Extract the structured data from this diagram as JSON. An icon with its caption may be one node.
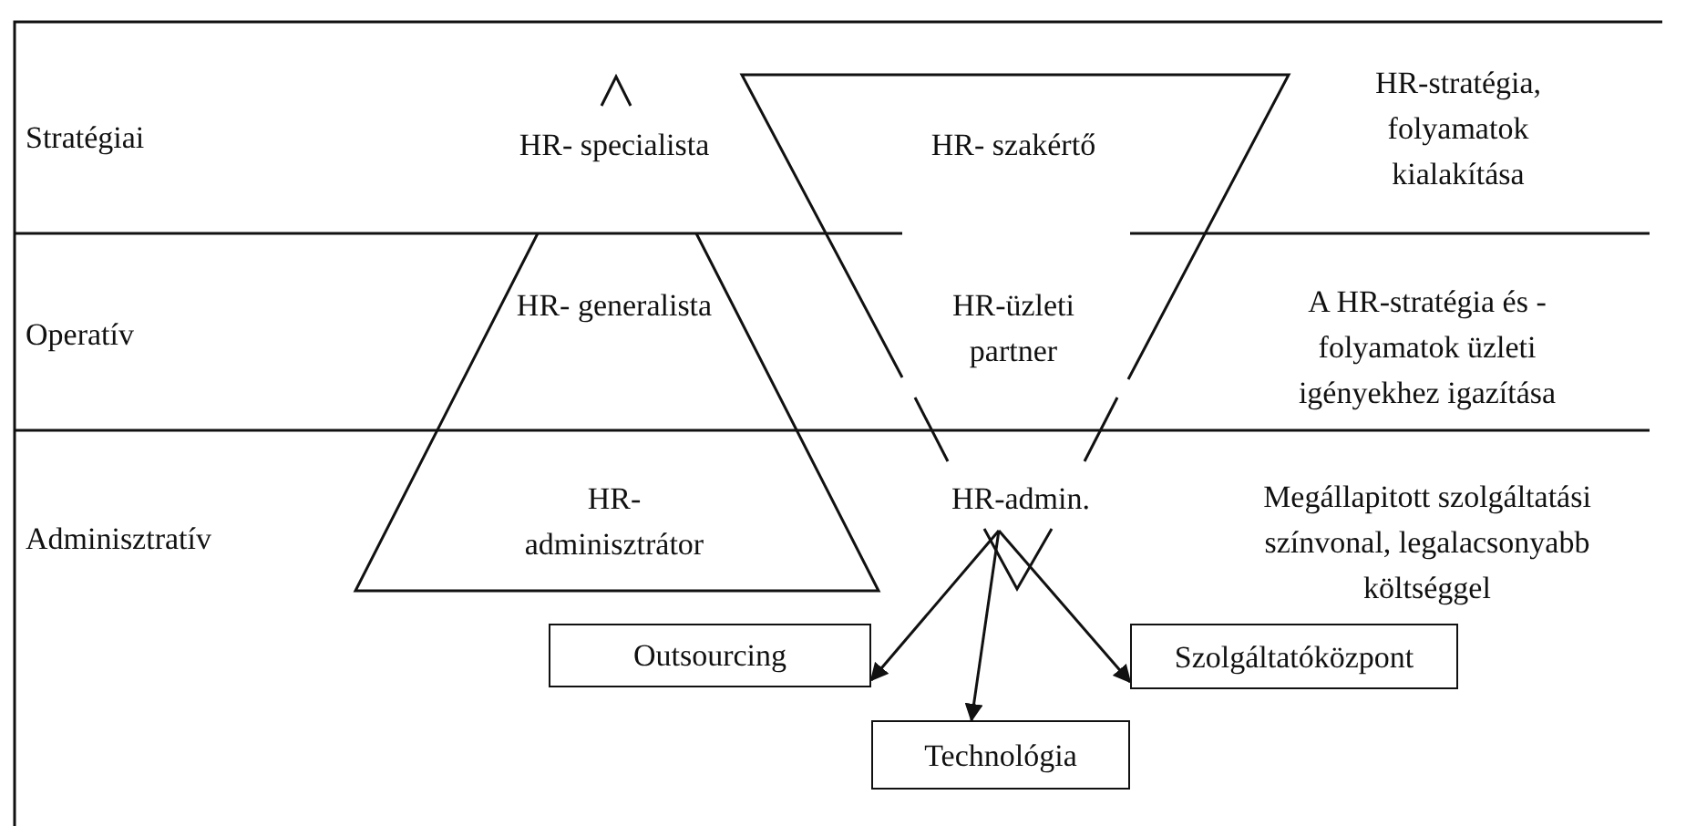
{
  "diagram": {
    "nodes": [
      {
        "text": [
          "HR-admin."
        ]
      },
      {
        "text": [
          "Outsourcing"
        ]
      },
      {
        "text": [
          "Szolgáltatóközpont"
        ]
      },
      {
        "text": [
          "Technológia"
        ]
      }
    ],
    "edges": [
      {
        "from": 0,
        "to": 1,
        "arrow": "to"
      },
      {
        "from": 0,
        "to": 3,
        "arrow": "to"
      },
      {
        "from": 0,
        "to": 2,
        "arrow": "to"
      }
    ],
    "labels": [
      "Stratégiai",
      "HR- specialista",
      "HR- szakértő",
      "HR-stratégia, folyamatok kialakítása",
      "Operatív",
      "HR- generalista",
      "HR-üzleti partner",
      "A HR-stratégia és -folyamatok üzleti igényekhez igazítása",
      "Adminisztratív",
      "HR- adminisztrátor",
      "Megállapitott szolgáltatási színvonal, legalacsonyabb költséggel"
    ]
  }
}
